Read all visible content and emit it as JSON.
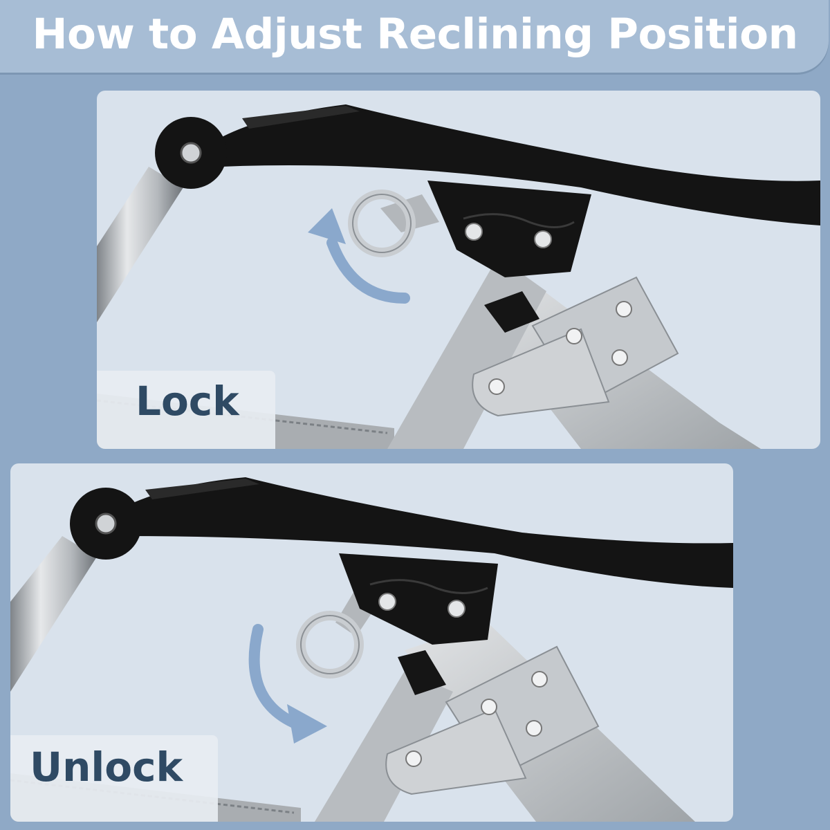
{
  "title": "How to Adjust Reclining Position",
  "panels": {
    "lock": {
      "label": "Lock",
      "arrow_direction": "counter-clockwise-up"
    },
    "unlock": {
      "label": "Unlock",
      "arrow_direction": "clockwise-down"
    }
  },
  "colors": {
    "background": "#8fa9c6",
    "banner": "#a7bdd5",
    "title": "#ffffff",
    "label_text": "#2f4a64",
    "arrow": "#8aa8cc",
    "frame": "#111111",
    "tube": "#c5c8cb"
  }
}
